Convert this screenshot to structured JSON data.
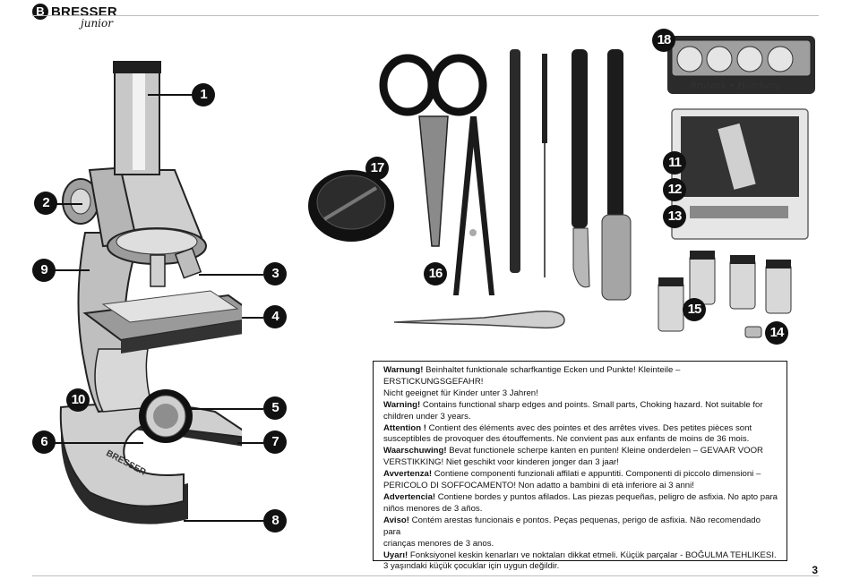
{
  "header": {
    "brand": "BRESSER",
    "brand_sub": "junior",
    "logo_letter": "B"
  },
  "callouts": {
    "c1": "1",
    "c2": "2",
    "c3": "3",
    "c4": "4",
    "c5": "5",
    "c6": "6",
    "c7": "7",
    "c8": "8",
    "c9": "9",
    "c10": "10",
    "c11": "11",
    "c12": "12",
    "c13": "13",
    "c14": "14",
    "c15": "15",
    "c16": "16",
    "c17": "17",
    "c18": "18"
  },
  "accessories": {
    "hatchery_label": "Brutank • Hatchery"
  },
  "warning": {
    "de_label": "Warnung!",
    "de_text": " Beinhaltet funktionale scharfkantige Ecken und Punkte! Kleinteile – ERSTICKUNGSGEFAHR!",
    "de_text2": "Nicht geeignet für Kinder unter 3 Jahren!",
    "en_label": "Warning!",
    "en_text": " Contains functional sharp edges and points. Small parts, Choking hazard. Not suitable for",
    "en_text2": "children under 3 years.",
    "fr_label": "Attention !",
    "fr_text": " Contient des éléments avec des pointes et des arrêtes vives. Des petites pièces sont",
    "fr_text2": "susceptibles de provoquer des étouffements. Ne convient pas aux enfants de moins de 36 mois.",
    "nl_label": "Waarschuwing!",
    "nl_text": " Bevat functionele scherpe kanten en punten! Kleine onderdelen – GEVAAR VOOR",
    "nl_text2": "VERSTIKKING! Niet geschikt voor kinderen jonger dan 3 jaar!",
    "it_label": "Avvertenza!",
    "it_text": " Contiene componenti funzionali affilati e appuntiti. Componenti di piccolo dimensioni –",
    "it_text2": "PERICOLO DI SOFFOCAMENTO! Non adatto a bambini di età inferiore ai 3 anni!",
    "es_label": "Advertencia!",
    "es_text": " Contiene bordes y puntos afilados. Las piezas pequeñas, peligro de asfixia. No apto para",
    "es_text2": "niños menores de 3 años.",
    "pt_label": "Aviso!",
    "pt_text": " Contém arestas funcionais e pontos. Peças pequenas, perigo de asfixia. Não recomendado para",
    "pt_text2": "crianças menores de 3 anos.",
    "tr_label": "Uyarı!",
    "tr_text": " Fonksiyonel keskin kenarları ve noktaları dikkat etmeli. Küçük parçalar - BOĞULMA TEHLIKESI.",
    "tr_text2": "3 yaşındaki küçük çocuklar için uygun değildir."
  },
  "footer": {
    "page_number": "3"
  }
}
